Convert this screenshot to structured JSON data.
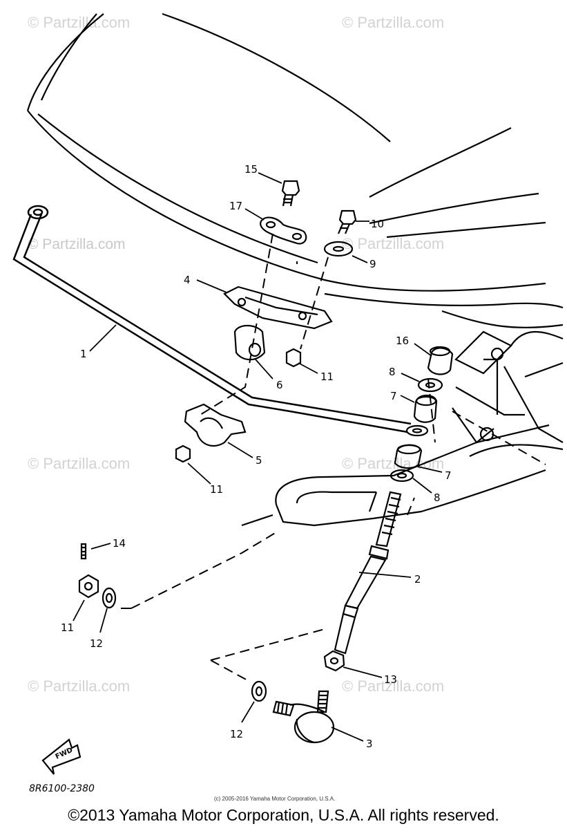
{
  "watermark_text": "© Partzilla.com",
  "callouts": {
    "c1": "1",
    "c2": "2",
    "c3": "3",
    "c4": "4",
    "c5": "5",
    "c6": "6",
    "c7a": "7",
    "c7b": "7",
    "c8a": "8",
    "c8b": "8",
    "c9": "9",
    "c10": "10",
    "c11a": "11",
    "c11b": "11",
    "c11c": "11",
    "c12a": "12",
    "c12b": "12",
    "c13": "13",
    "c14": "14",
    "c15": "15",
    "c16": "16",
    "c17": "17"
  },
  "fwd_label": "FWD",
  "diagram_code": "8R6100-2380",
  "small_copyright": "(c) 2005-2016 Yamaha Motor Corporation, U.S.A.",
  "copyright": "©2013 Yamaha Motor Corporation, U.S.A. All rights reserved."
}
